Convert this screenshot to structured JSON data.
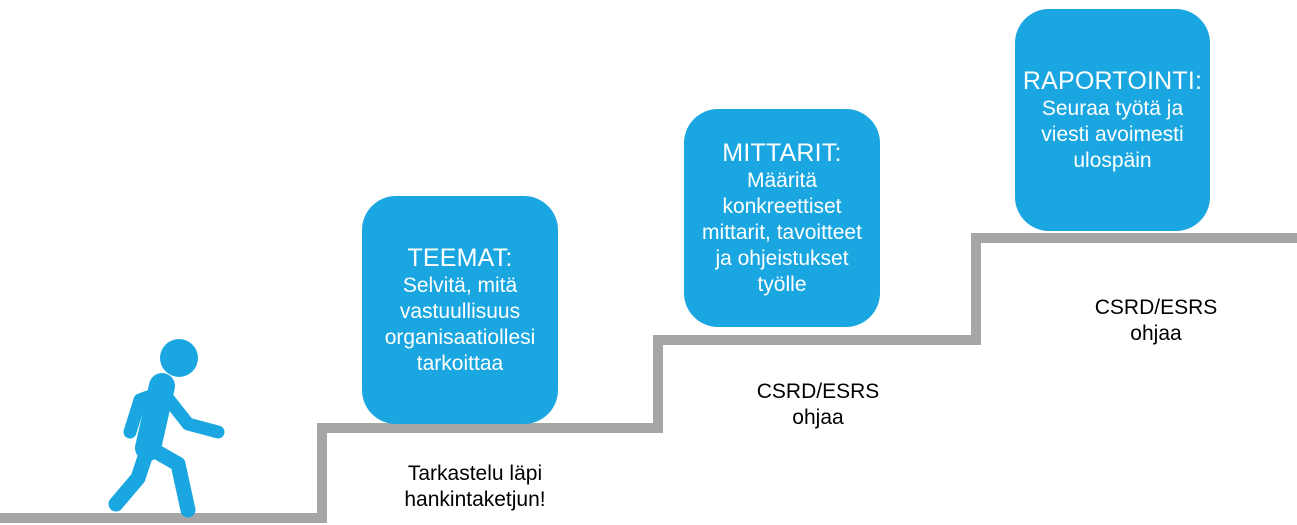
{
  "colors": {
    "box_fill": "#1aa7e1",
    "stair_line": "#a6a6a6",
    "walker": "#1aa7e1",
    "box_text": "#ffffff",
    "note_text": "#000000"
  },
  "figure": {
    "name": "walking-person-icon"
  },
  "steps": [
    {
      "title": "TEEMAT:",
      "description": "Selvitä, mitä\nvastuullisuus\norganisaatiollesi\ntarkoittaa",
      "note": "Tarkastelu läpi\nhankintaketjun!"
    },
    {
      "title": "MITTARIT:",
      "description": "Määritä\nkonkreettiset\nmittarit, tavoitteet\nja ohjeistukset\ntyölle",
      "note": "CSRD/ESRS\nohjaa"
    },
    {
      "title": "RAPORTOINTI:",
      "description": "Seuraa työtä ja\nviesti avoimesti\nulospäin",
      "note": "CSRD/ESRS\nohjaa"
    }
  ]
}
